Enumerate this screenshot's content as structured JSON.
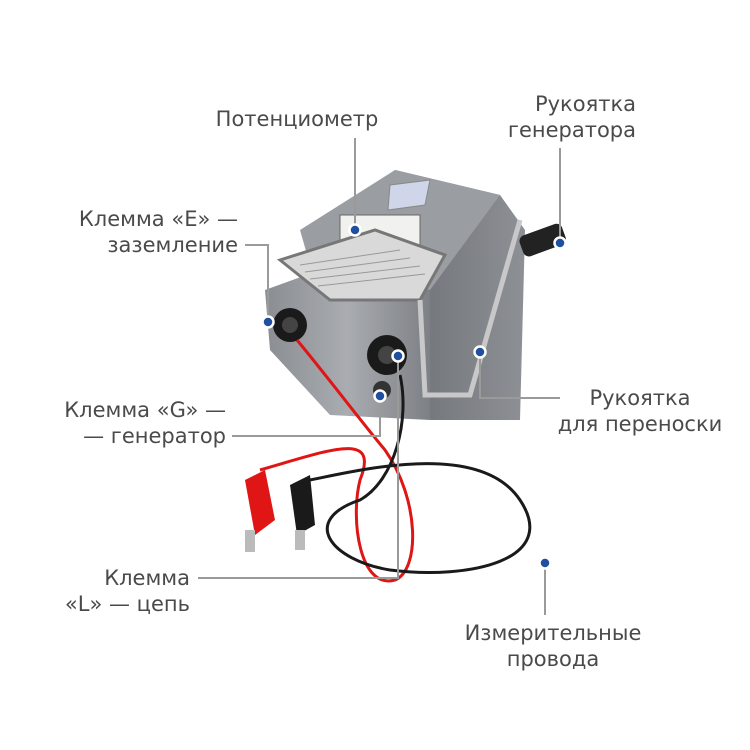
{
  "labels": {
    "potentiometer": "Потенциометр",
    "generator_handle": [
      "Рукоятка",
      "генератора"
    ],
    "terminal_e": [
      "Клемма «E» —",
      "заземление"
    ],
    "terminal_g": [
      "Клемма «G» —",
      "— генератор"
    ],
    "terminal_l": [
      "Клемма",
      "«L» — цепь"
    ],
    "carry_handle": [
      "Рукоятка",
      "для переноски"
    ],
    "test_leads": [
      "Измерительные",
      "провода"
    ]
  },
  "colors": {
    "marker": "#1f4f9e",
    "leader": "#9a9a9a",
    "text": "#4a4a4a"
  }
}
